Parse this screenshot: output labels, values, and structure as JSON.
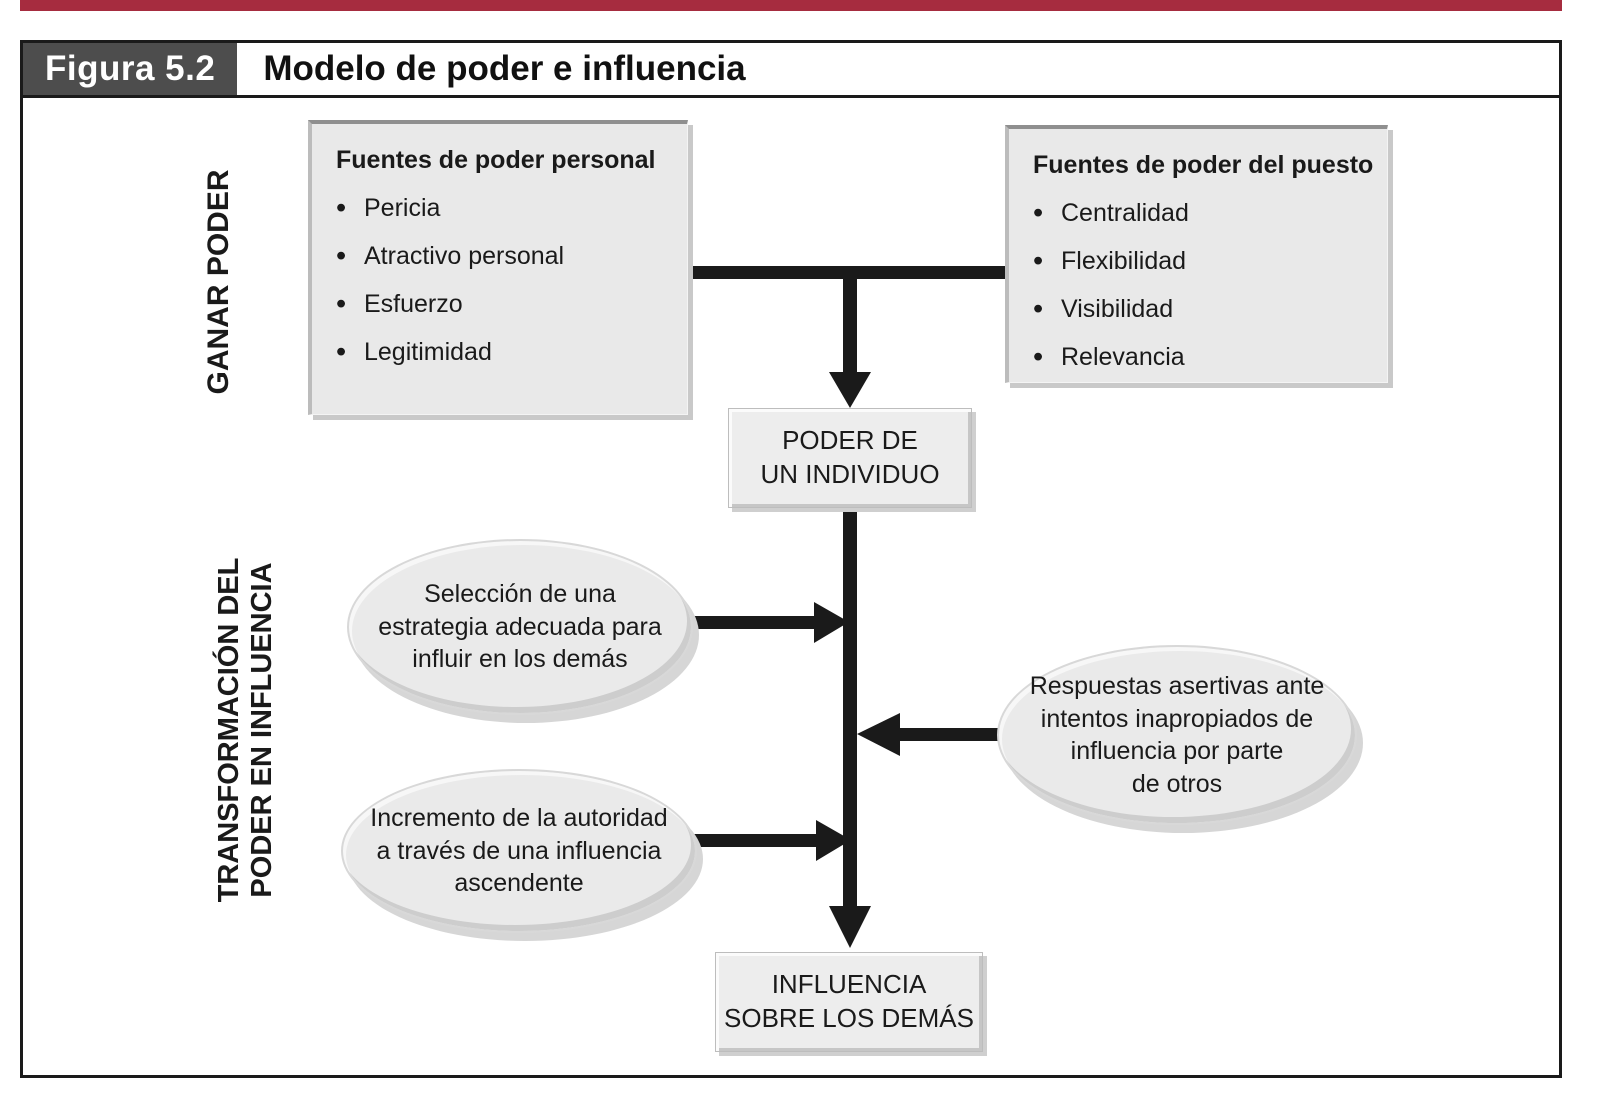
{
  "colors": {
    "accent_bar": "#a62c3f",
    "arrow": "#1a1a1a",
    "box_fill": "#e9e9e9",
    "figure_label_box": "#4d4d4d"
  },
  "header": {
    "figure_label": "Figura 5.2",
    "title": "Modelo de poder e influencia"
  },
  "side_labels": {
    "gain_power": "GANAR PODER",
    "transformation": "TRANSFORMACIÓN DEL\nPODER EN INFLUENCIA"
  },
  "personal_power_box": {
    "title": "Fuentes de poder personal",
    "items": [
      "Pericia",
      "Atractivo personal",
      "Esfuerzo",
      "Legitimidad"
    ]
  },
  "position_power_box": {
    "title": "Fuentes de poder del puesto",
    "items": [
      "Centralidad",
      "Flexibilidad",
      "Visibilidad",
      "Relevancia"
    ]
  },
  "individual_power_box": {
    "label": "PODER DE\nUN INDIVIDUO"
  },
  "influence_box": {
    "label": "INFLUENCIA\nSOBRE LOS DEMÁS"
  },
  "ellipses": {
    "strategy": "Selección de una\nestrategia adecuada para\ninfluir en los demás",
    "assertive": "Respuestas asertivas ante\nintentos inapropiados de\ninfluencia por parte\nde otros",
    "authority": "Incremento de la autoridad\na través de una influencia\nascendente"
  }
}
